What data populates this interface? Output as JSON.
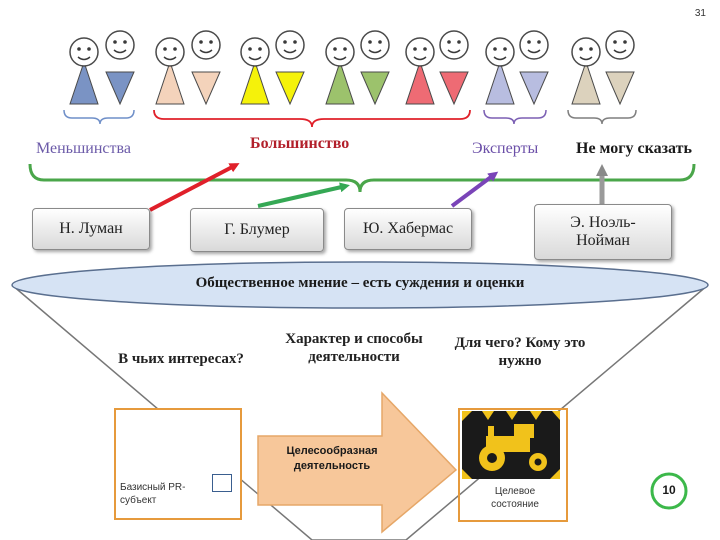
{
  "slide_number": "31",
  "groups": {
    "minorities": "Меньшинства",
    "majority": "Большинство",
    "experts": "Эксперты",
    "cannot_say": "Не могу сказать"
  },
  "authors": {
    "luhmann": "Н. Луман",
    "blumer": "Г. Блумер",
    "habermas": "Ю. Хабермас",
    "noelle": "Э. Ноэль-Нойман"
  },
  "definition": "Общественное мнение – есть суждения и оценки",
  "questions": {
    "whose_interests": "В чьих интересах?",
    "character": "Характер и способы деятельности",
    "what_for": "Для чего? Кому это нужно"
  },
  "process": {
    "subject_caption": "Базисный PR-субъект",
    "activity_label": "Целесообразная деятельность",
    "target_caption": "Целевое состояние"
  },
  "badge_number": "10",
  "colors": {
    "blue": "#7a93c4",
    "peach": "#f4d3bb",
    "yellow": "#f5f20a",
    "green": "#9cc26c",
    "red": "#ee6b74",
    "lavender": "#b8bde0",
    "tan": "#dcd2bd",
    "majority_bracket": "#e0202a",
    "expert_bracket": "#7b5fb3",
    "neutral_bracket": "#7f7f7f",
    "axis_bracket": "#4aa64a",
    "arrow_red": "#e0202a",
    "arrow_green": "#35a854",
    "arrow_purple": "#7a44b8",
    "arrow_gray": "#9a9a9a",
    "subject_border": "#e69a3c",
    "activity_arrow": "#f7c79a",
    "badge": "#3cb84a"
  },
  "icons": {
    "person": "person-icon",
    "factory": "factory-icon",
    "tractor": "tractor-icon"
  }
}
